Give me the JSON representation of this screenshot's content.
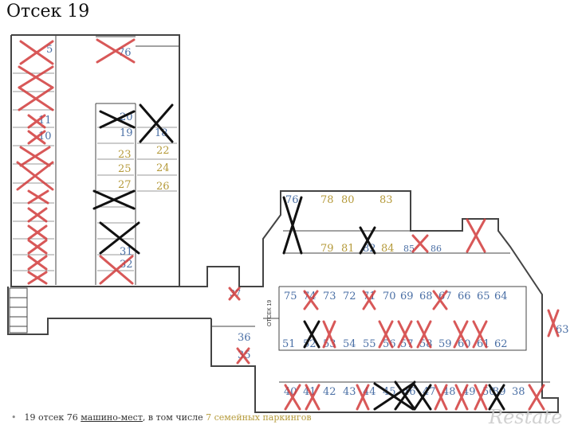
{
  "title": "Отсек 19",
  "footer": {
    "bullet": "•",
    "part1": "19 отсек 76 ",
    "part2": "машино-мест",
    "part3": ", в том числе ",
    "family": "7 семейных паркингов"
  },
  "watermark": "Restate",
  "section_label": "ОТСЕК 19",
  "colors": {
    "wall": "#444444",
    "slot": "#9a9a9a",
    "number": "#4a6fa5",
    "family_number": "#b59a3a",
    "red_cross": "#d23b3b",
    "black_cross": "#111111"
  },
  "spots": [
    {
      "n": "5"
    },
    {
      "n": "76"
    },
    {
      "n": "11"
    },
    {
      "n": "10"
    },
    {
      "n": "20"
    },
    {
      "n": "19"
    },
    {
      "n": "18"
    },
    {
      "n": "23",
      "family": true
    },
    {
      "n": "22",
      "family": true
    },
    {
      "n": "25",
      "family": true
    },
    {
      "n": "24",
      "family": true
    },
    {
      "n": "27",
      "family": true
    },
    {
      "n": "26",
      "family": true
    },
    {
      "n": "31"
    },
    {
      "n": "32"
    },
    {
      "n": "76"
    },
    {
      "n": "78",
      "family": true
    },
    {
      "n": "80",
      "family": true
    },
    {
      "n": "83",
      "family": true
    },
    {
      "n": "79",
      "family": true
    },
    {
      "n": "81",
      "family": true
    },
    {
      "n": "82"
    },
    {
      "n": "84",
      "family": true
    },
    {
      "n": "85"
    },
    {
      "n": "86"
    },
    {
      "n": "75"
    },
    {
      "n": "74"
    },
    {
      "n": "73"
    },
    {
      "n": "72"
    },
    {
      "n": "71"
    },
    {
      "n": "70"
    },
    {
      "n": "69"
    },
    {
      "n": "68"
    },
    {
      "n": "67"
    },
    {
      "n": "66"
    },
    {
      "n": "65"
    },
    {
      "n": "64"
    },
    {
      "n": "51"
    },
    {
      "n": "52"
    },
    {
      "n": "53"
    },
    {
      "n": "54"
    },
    {
      "n": "55"
    },
    {
      "n": "56"
    },
    {
      "n": "57"
    },
    {
      "n": "58"
    },
    {
      "n": "59"
    },
    {
      "n": "60"
    },
    {
      "n": "61"
    },
    {
      "n": "62"
    },
    {
      "n": "36"
    },
    {
      "n": "35"
    },
    {
      "n": "37"
    },
    {
      "n": "63"
    },
    {
      "n": "40"
    },
    {
      "n": "41"
    },
    {
      "n": "42"
    },
    {
      "n": "43"
    },
    {
      "n": "44"
    },
    {
      "n": "45"
    },
    {
      "n": "46"
    },
    {
      "n": "47"
    },
    {
      "n": "48"
    },
    {
      "n": "49"
    },
    {
      "n": "50"
    },
    {
      "n": "39"
    },
    {
      "n": "38"
    }
  ]
}
